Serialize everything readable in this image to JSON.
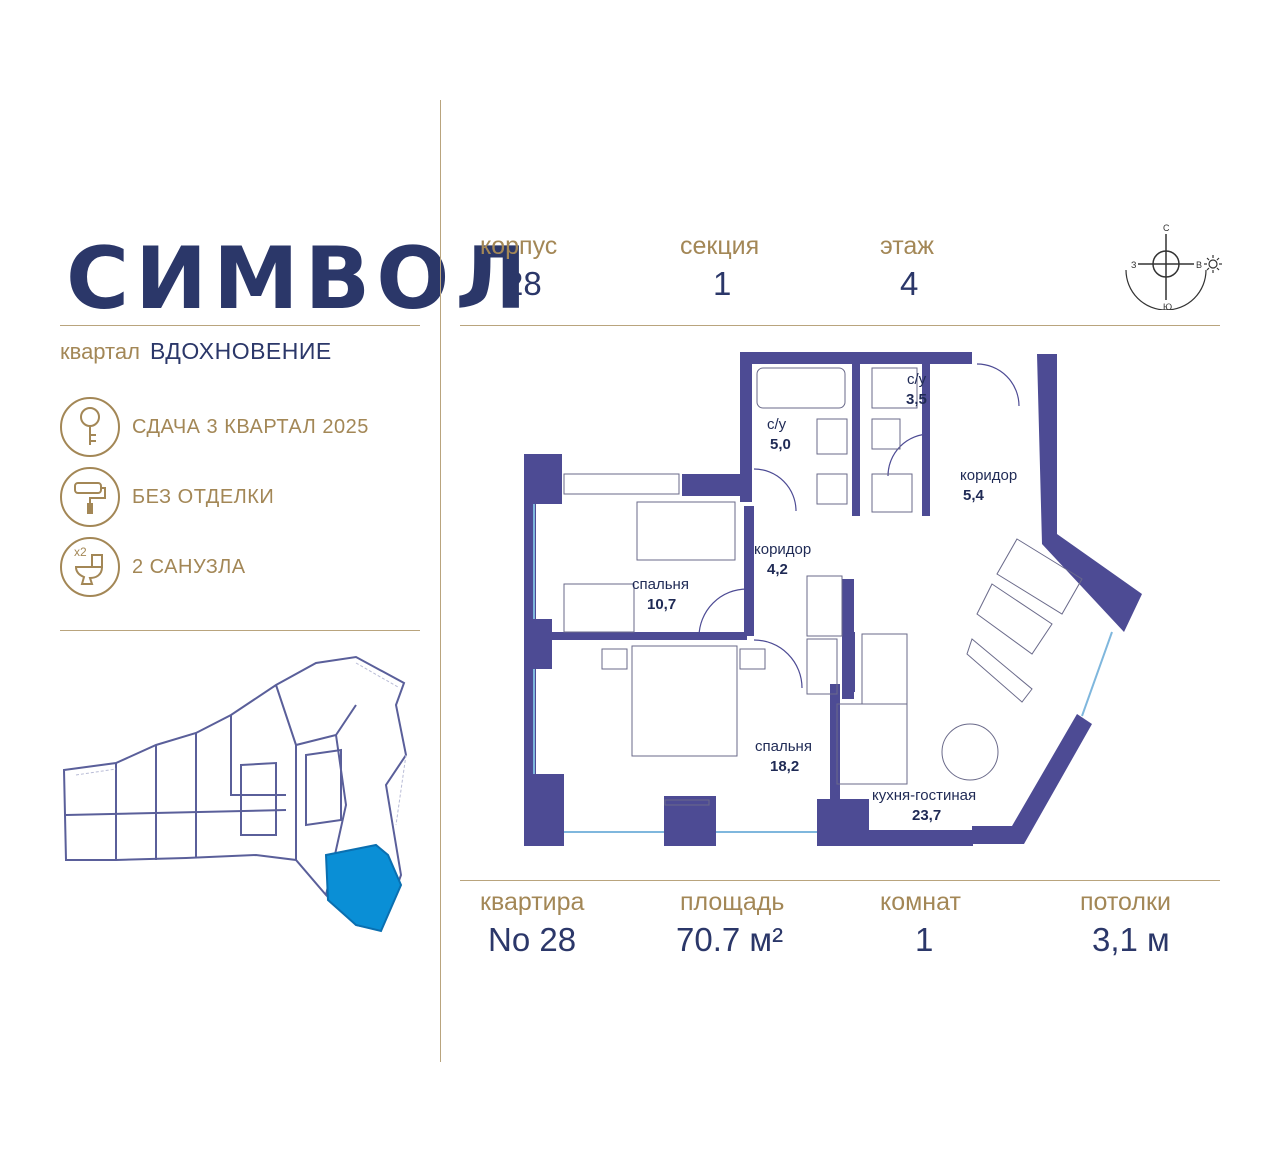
{
  "brand": {
    "logo": "СИМВОЛ",
    "quarter_prefix": "квартал",
    "quarter_name": "ВДОХНОВЕНИЕ"
  },
  "features": [
    {
      "icon": "key-icon",
      "label": "СДАЧА 3 КВАРТАЛ 2025"
    },
    {
      "icon": "paint-roller-icon",
      "label": "БЕЗ ОТДЕЛКИ"
    },
    {
      "icon": "toilet-icon",
      "badge": "x2",
      "label": "2 САНУЗЛА"
    }
  ],
  "header": {
    "building": {
      "label": "корпус",
      "value": "28"
    },
    "section": {
      "label": "секция",
      "value": "1"
    },
    "floor": {
      "label": "этаж",
      "value": "4"
    }
  },
  "compass": {
    "north": "С",
    "west": "З",
    "east": "В",
    "south": "Ю",
    "icon": "sun-icon"
  },
  "rooms": {
    "bath1": {
      "name": "с/у",
      "area": "5,0"
    },
    "bath2": {
      "name": "с/у",
      "area": "3,5"
    },
    "corridor1": {
      "name": "коридор",
      "area": "5,4"
    },
    "corridor2": {
      "name": "коридор",
      "area": "4,2"
    },
    "bedroom1": {
      "name": "спальня",
      "area": "10,7"
    },
    "bedroom2": {
      "name": "спальня",
      "area": "18,2"
    },
    "kitchen": {
      "name": "кухня-гостиная",
      "area": "23,7"
    }
  },
  "footer": {
    "apartment": {
      "label": "квартира",
      "value": "No 28"
    },
    "area": {
      "label": "площадь",
      "value": "70.7 м²"
    },
    "rooms": {
      "label": "комнат",
      "value": "1"
    },
    "ceiling": {
      "label": "потолки",
      "value": "3,1 м"
    }
  },
  "colors": {
    "navy": "#2b3769",
    "gold": "#a38756",
    "wall": "#4d4b94",
    "highlight": "#0a8fd6"
  }
}
